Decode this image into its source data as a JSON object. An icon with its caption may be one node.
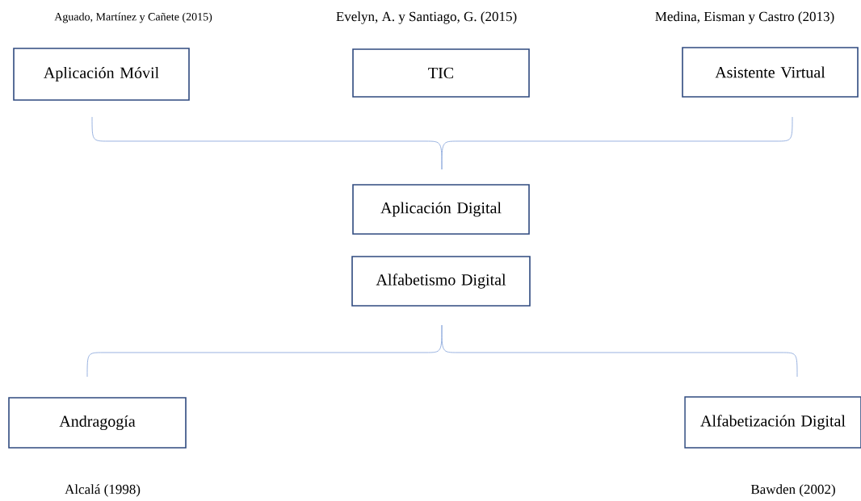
{
  "diagram": {
    "nodes": [
      {
        "text": [
          "Aplicación Móvil"
        ],
        "beside": [
          "Aguado, Martínez y Cañete (2015)"
        ]
      },
      {
        "text": [
          "TIC"
        ],
        "beside": [
          "Evelyn, A. y Santiago, G. (2015)"
        ]
      },
      {
        "text": [
          "Asistente Virtual"
        ],
        "beside": [
          "Medina, Eisman y Castro (2013)"
        ]
      },
      {
        "text": [
          "Aplicación Digital"
        ]
      },
      {
        "text": [
          "Alfabetismo Digital"
        ]
      },
      {
        "text": [
          "Andragogía"
        ],
        "beside": [
          "Alcalá (1998)"
        ]
      },
      {
        "text": [
          "Alfabetización Digital"
        ],
        "beside": [
          "Bawden (2002)"
        ]
      }
    ]
  }
}
